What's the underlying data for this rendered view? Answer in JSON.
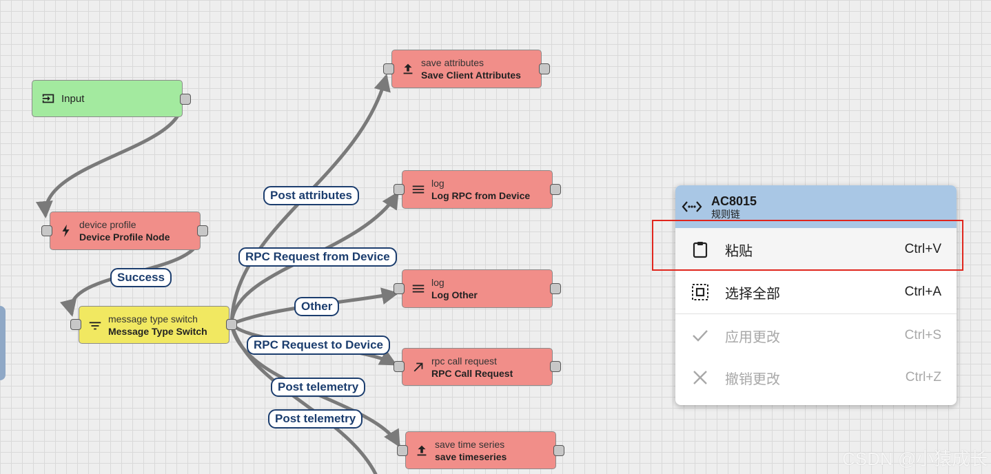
{
  "nodes": {
    "input": {
      "name": "Input",
      "icon": "input-icon"
    },
    "device_profile": {
      "type": "device profile",
      "name": "Device Profile Node",
      "icon": "lightning-icon"
    },
    "message_type_switch": {
      "type": "message type switch",
      "name": "Message Type Switch",
      "icon": "filter-icon"
    },
    "save_attributes": {
      "type": "save attributes",
      "name": "Save Client Attributes",
      "icon": "upload-icon"
    },
    "log_rpc": {
      "type": "log",
      "name": "Log RPC from Device",
      "icon": "lines-icon"
    },
    "log_other": {
      "type": "log",
      "name": "Log Other",
      "icon": "lines-icon"
    },
    "rpc_call": {
      "type": "rpc call request",
      "name": "RPC Call Request",
      "icon": "arrow-up-right-icon"
    },
    "save_timeseries": {
      "type": "save time series",
      "name": "save timeseries",
      "icon": "upload-icon"
    }
  },
  "edge_labels": {
    "success": "Success",
    "post_attributes": "Post attributes",
    "rpc_from_device": "RPC Request from Device",
    "other": "Other",
    "rpc_to_device": "RPC Request to Device",
    "post_telemetry_1": "Post telemetry",
    "post_telemetry_2": "Post telemetry"
  },
  "context_menu": {
    "header": {
      "title": "AC8015",
      "subtitle": "规则链",
      "icon": "code-brackets-icon"
    },
    "items": [
      {
        "label": "粘贴",
        "shortcut": "Ctrl+V",
        "icon": "clipboard-icon",
        "enabled": true
      },
      {
        "label": "选择全部",
        "shortcut": "Ctrl+A",
        "icon": "select-all-icon",
        "enabled": true
      },
      {
        "label": "应用更改",
        "shortcut": "Ctrl+S",
        "icon": "check-icon",
        "enabled": false
      },
      {
        "label": "撤销更改",
        "shortcut": "Ctrl+Z",
        "icon": "close-icon",
        "enabled": false
      }
    ]
  },
  "watermark": "CSDN @小猿成长",
  "colors": {
    "input_node": "#a3ea9f",
    "action_node": "#f18e89",
    "filter_node": "#f1e861",
    "edge": "#7a7a7a",
    "label_border": "#1b3d6e",
    "menu_header": "#a9c7e5",
    "highlight": "#e0251c"
  }
}
